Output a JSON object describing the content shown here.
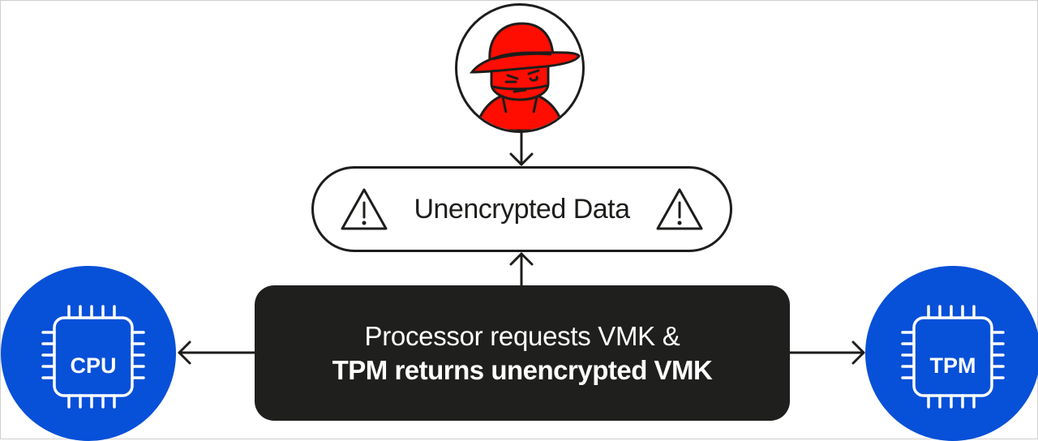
{
  "diagram": {
    "attacker": {
      "icon": "hacker-icon",
      "color": "#ff0d00"
    },
    "data_node": {
      "label": "Unencrypted Data",
      "icon": "warning-icon"
    },
    "process_node": {
      "line1": "Processor requests VMK &",
      "line2": "TPM returns unencrypted VMK",
      "background": "#1f1f1d"
    },
    "cpu_node": {
      "label": "CPU",
      "icon": "chip-icon",
      "color": "#0750d8"
    },
    "tpm_node": {
      "label": "TPM",
      "icon": "chip-icon",
      "color": "#0750d8"
    }
  }
}
